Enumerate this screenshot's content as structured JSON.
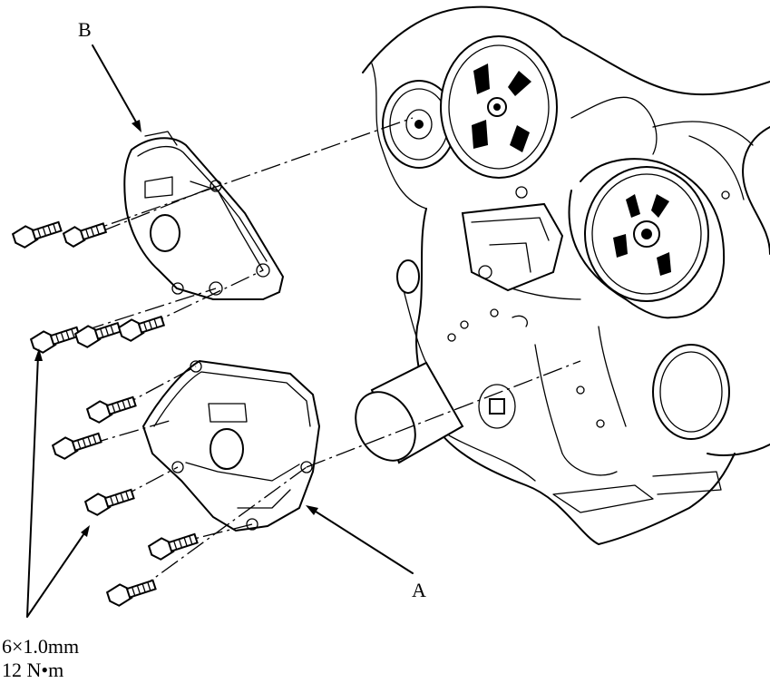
{
  "labels": {
    "cover_a": "A",
    "cover_b": "B"
  },
  "spec": {
    "bolt_size": "6×1.0mm",
    "torque": "12 N•m"
  }
}
